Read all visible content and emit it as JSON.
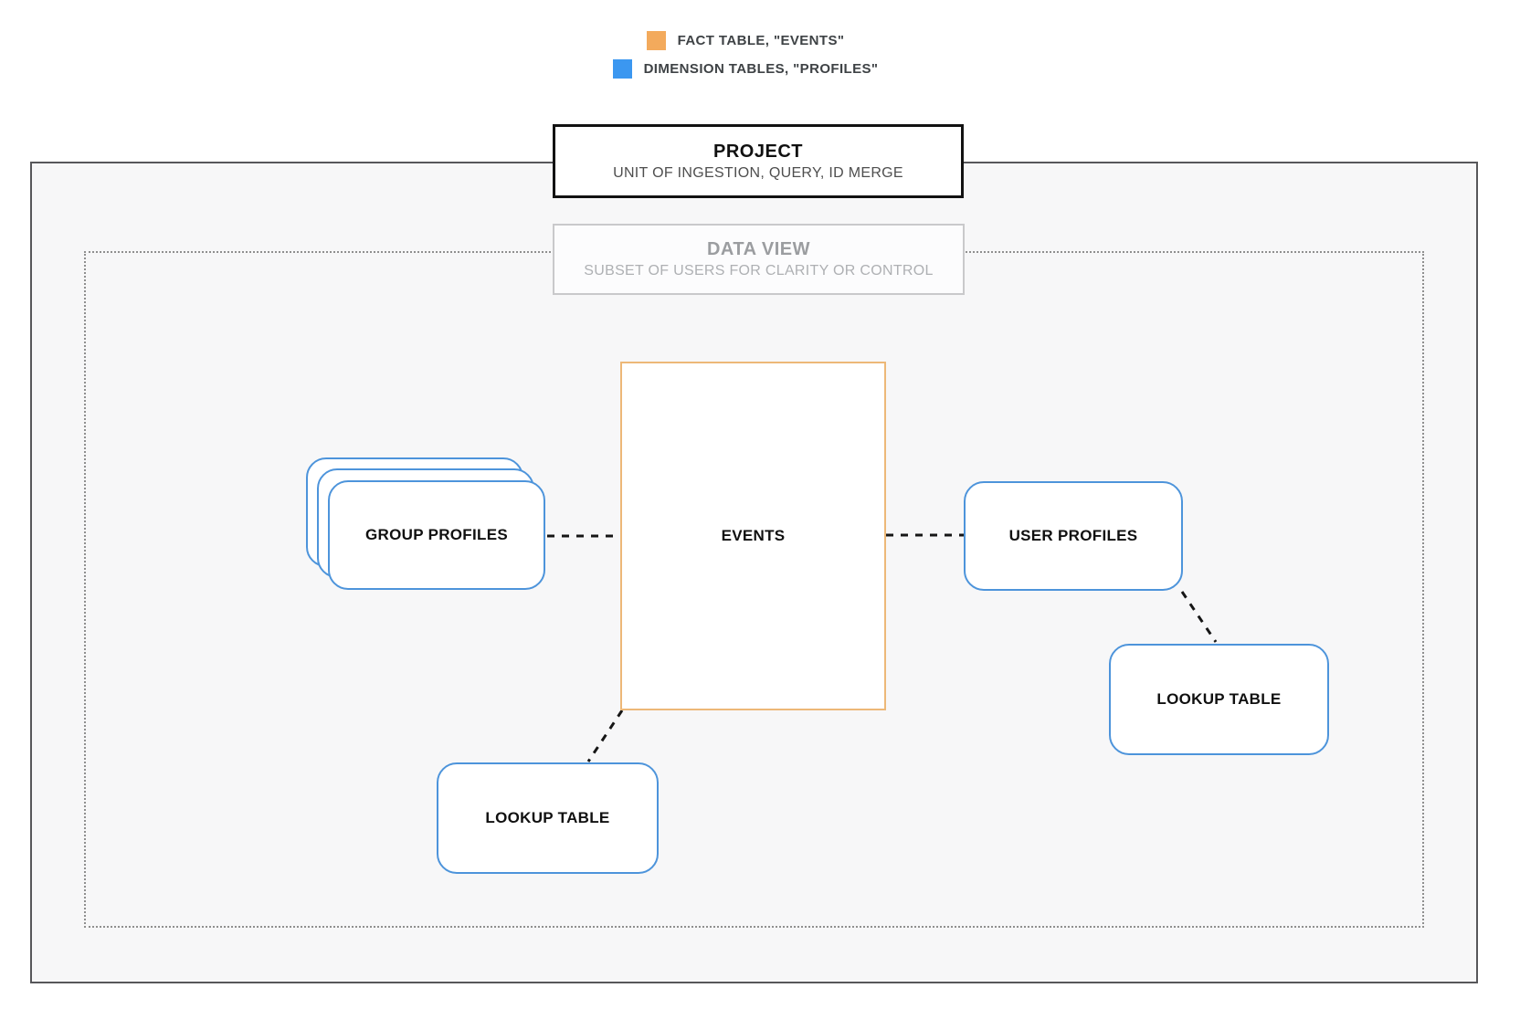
{
  "legend": {
    "items": [
      {
        "label": "FACT TABLE, \"EVENTS\"",
        "color": "#f3aa5c"
      },
      {
        "label": "DIMENSION TABLES, \"PROFILES\"",
        "color": "#3b97f0"
      }
    ]
  },
  "project": {
    "title": "PROJECT",
    "subtitle": "UNIT OF INGESTION, QUERY, ID MERGE"
  },
  "data_view": {
    "title": "DATA VIEW",
    "subtitle": "SUBSET OF USERS FOR CLARITY OR CONTROL"
  },
  "nodes": {
    "events": {
      "label": "EVENTS"
    },
    "group_profiles": {
      "label": "GROUP PROFILES"
    },
    "user_profiles": {
      "label": "USER PROFILES"
    },
    "lookup_table_right": {
      "label": "LOOKUP TABLE"
    },
    "lookup_table_bottom": {
      "label": "LOOKUP TABLE"
    }
  },
  "colors": {
    "fact_orange": "#f3aa5c",
    "dimension_blue": "#3b97f0",
    "events_border": "#edb878",
    "dimension_border": "#4d94db"
  }
}
